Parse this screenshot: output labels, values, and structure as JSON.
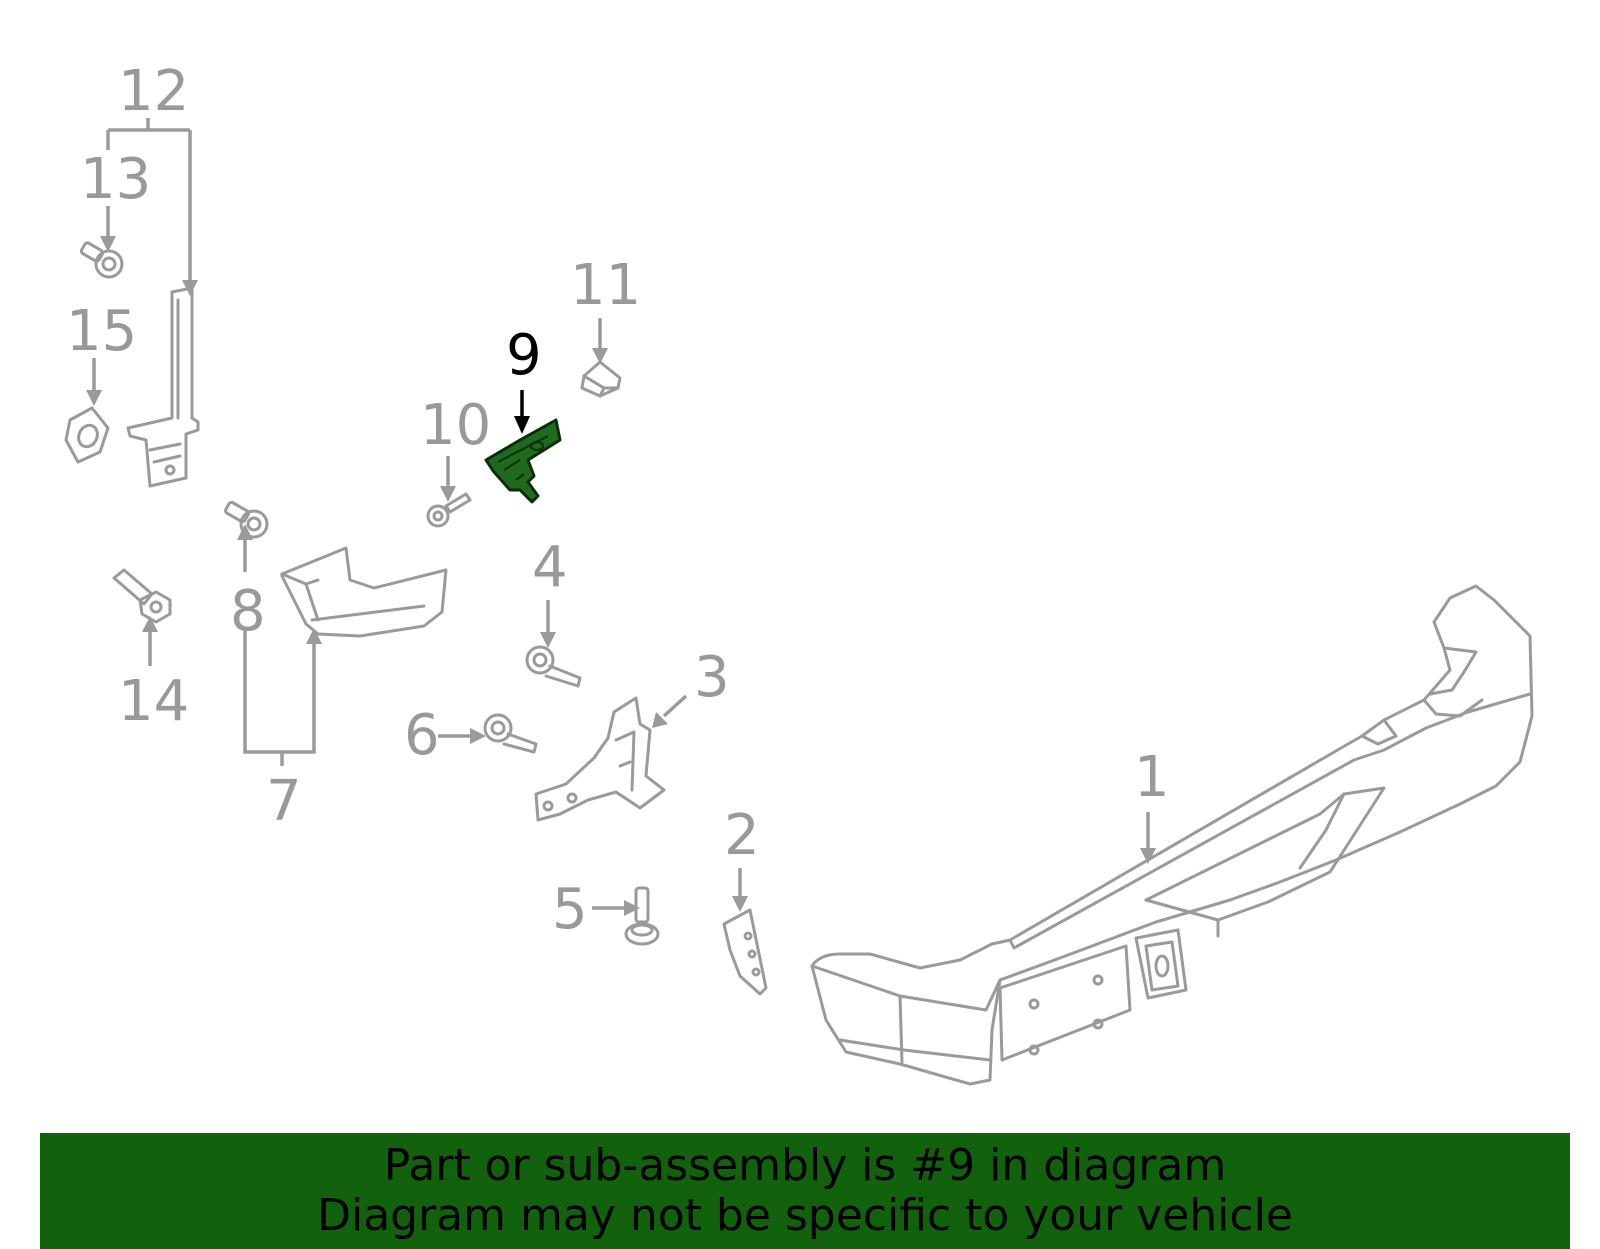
{
  "callouts": {
    "c1": "1",
    "c2": "2",
    "c3": "3",
    "c4": "4",
    "c5": "5",
    "c6": "6",
    "c7": "7",
    "c8": "8",
    "c9": "9",
    "c10": "10",
    "c11": "11",
    "c12": "12",
    "c13": "13",
    "c14": "14",
    "c15": "15"
  },
  "highlighted_part": "9",
  "colors": {
    "highlight_fill": "#1e6b1e",
    "banner_bg": "#12620d",
    "line_gray": "#9a9a9a"
  },
  "banner": {
    "line1": "Part or sub-assembly is #9 in diagram",
    "line2": "Diagram may not be specific to your vehicle"
  }
}
